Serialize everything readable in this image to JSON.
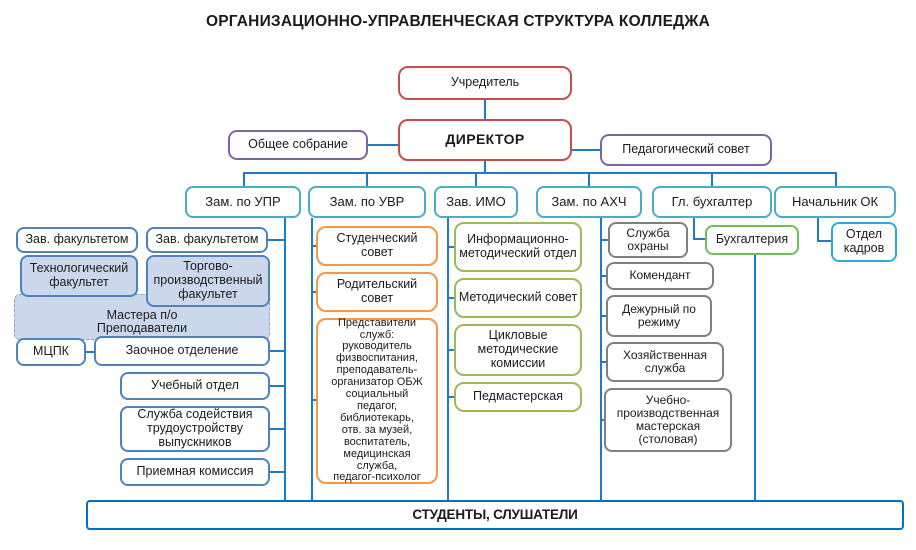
{
  "title": "ОРГАНИЗАЦИОННО-УПРАВЛЕНЧЕСКАЯ СТРУКТУРА КОЛЛЕДЖА",
  "top_level": {
    "founder": "Учредитель",
    "director": "ДИРЕКТОР",
    "general_meeting": "Общее собрание",
    "pedagogical_council": "Педагогический совет"
  },
  "management": [
    "Зам. по УПР",
    "Зам. по УВР",
    "Зав. ИМО",
    "Зам. по АХЧ",
    "Гл. бухгалтер",
    "Начальник ОК"
  ],
  "branches": {
    "upr": [
      "Зав. факультетом",
      "Зав. факультетом",
      "Технологический факультет",
      "Торгово-производственный факультет",
      "Мастера п/о\nПреподаватели",
      "МЦПК",
      "Заочное отделение",
      "Учебный отдел",
      "Служба содействия трудоустройству выпускников",
      "Приемная комиссия"
    ],
    "uvr": [
      "Студенческий совет",
      "Родительский совет",
      "Представители\nслужб:\nруководитель\nфизвоспитания,\nпреподаватель-\nорганизатор ОБЖ\nсоциальный\nпедагог,\nбиблиотекарь,\nотв. за музей,\nвоспитатель,\nмедицинская\nслужба,\nпедагог-психолог"
    ],
    "imo": [
      "Информационно-методический отдел",
      "Методический совет",
      "Цикловые методические комиссии",
      "Педмастерская"
    ],
    "ahch": [
      "Служба охраны",
      "Комендант",
      "Дежурный по режиму",
      "Хозяйственная служба",
      "Учебно-производственная мастерская (столовая)"
    ],
    "accounting": "Бухгалтерия",
    "hr": "Отдел кадров"
  },
  "bottom_bar": "СТУДЕНТЫ, СЛУШАТЕЛИ",
  "colors": {
    "red": "#C0504D",
    "purple": "#8064A2",
    "teal": "#4BACC6",
    "blue": "#4F81BD",
    "blue_fill": "#CBD8EC",
    "orange": "#F79646",
    "olive": "#9BBB59",
    "gray": "#7F7F7F",
    "green": "#6FBF58",
    "cyan": "#29ABE2",
    "line": "#1E7BC8",
    "bottom_blue": "#0070C0"
  }
}
